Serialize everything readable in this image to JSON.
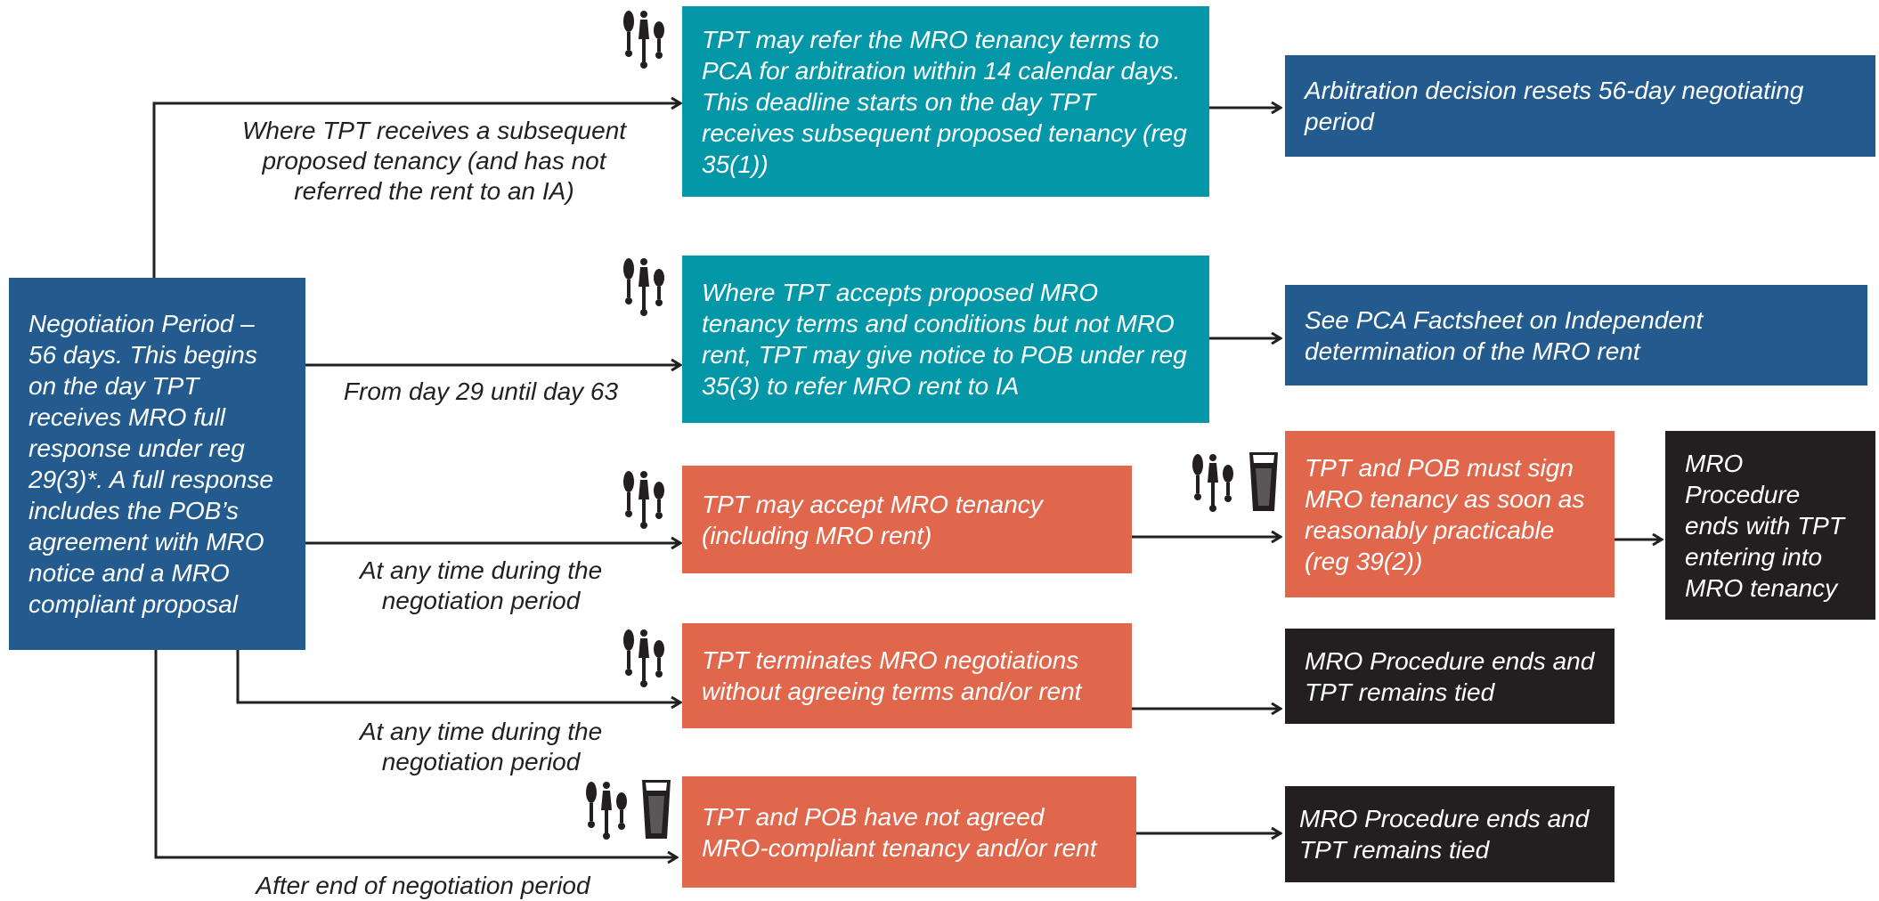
{
  "boxes": {
    "negotiation_period": "Negotiation Period – 56 days. This begins on the day TPT receives MRO full response under reg 29(3)*. A full response includes the POB’s agreement with MRO notice and a MRO compliant proposal",
    "refer_arbitration": "TPT may refer the MRO tenancy terms to PCA for arbitration within 14 calendar days. This deadline starts on the day TPT receives subsequent proposed tenancy (reg 35(1))",
    "arbitration_resets": "Arbitration decision resets 56-day negotiating period",
    "accepts_terms_not_rent": "Where TPT accepts proposed MRO tenancy terms and conditions but not MRO rent, TPT may give notice to POB under reg 35(3) to refer MRO rent to IA",
    "see_factsheet": "See PCA Factsheet on Independent determination of the MRO rent",
    "accept_tenancy": "TPT may accept MRO tenancy (including MRO rent)",
    "must_sign": "TPT and POB must sign MRO tenancy as soon as reasonably practicable (reg 39(2))",
    "ends_entering": "MRO Procedure ends with TPT entering into MRO tenancy",
    "terminates": "TPT terminates MRO negotiations without agreeing terms and/or rent",
    "ends_tied_1": "MRO Procedure ends and TPT remains tied",
    "not_agreed": "TPT and POB have not agreed MRO-compliant tenancy and/or rent",
    "ends_tied_2": "MRO Procedure ends and TPT remains tied"
  },
  "labels": {
    "subsequent": "Where TPT receives a subsequent proposed tenancy (and has not referred the rent to an IA)",
    "day29": "From day 29 until day 63",
    "anytime_1": "At any time during the negotiation period",
    "anytime_2": "At any time during the negotiation period",
    "after_end": "After end of negotiation period"
  },
  "icons": {
    "tenant_taps": "beer-taps-icon",
    "beer_glass": "beer-glass-icon"
  },
  "colors": {
    "blue": "#245b8e",
    "teal": "#0397a7",
    "orange": "#e0674c",
    "black": "#231f20",
    "line": "#231f20"
  }
}
